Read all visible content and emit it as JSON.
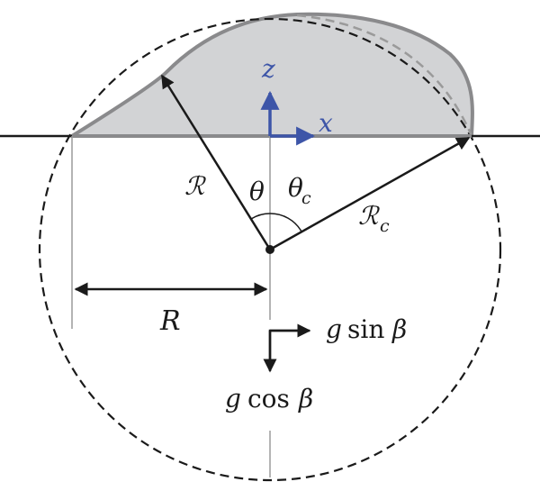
{
  "labels": {
    "z_axis": "z",
    "x_axis": "x",
    "script_r": "ℛ",
    "theta": "θ",
    "theta_c_sym": "θ",
    "theta_c_sub": "c",
    "script_rc": "ℛ",
    "script_rc_sub": "c",
    "R": "R",
    "g_sin": "g",
    "sin_fn": "sin",
    "beta_1": "β",
    "g_cos": "g",
    "cos_fn": "cos",
    "beta_2": "β"
  },
  "colors": {
    "axis_blue": "#3d55a8",
    "drop_fill": "#d2d3d5",
    "drop_outline": "#8a8a8c",
    "ink": "#1a1a1a",
    "guide": "#9a9a9a"
  }
}
